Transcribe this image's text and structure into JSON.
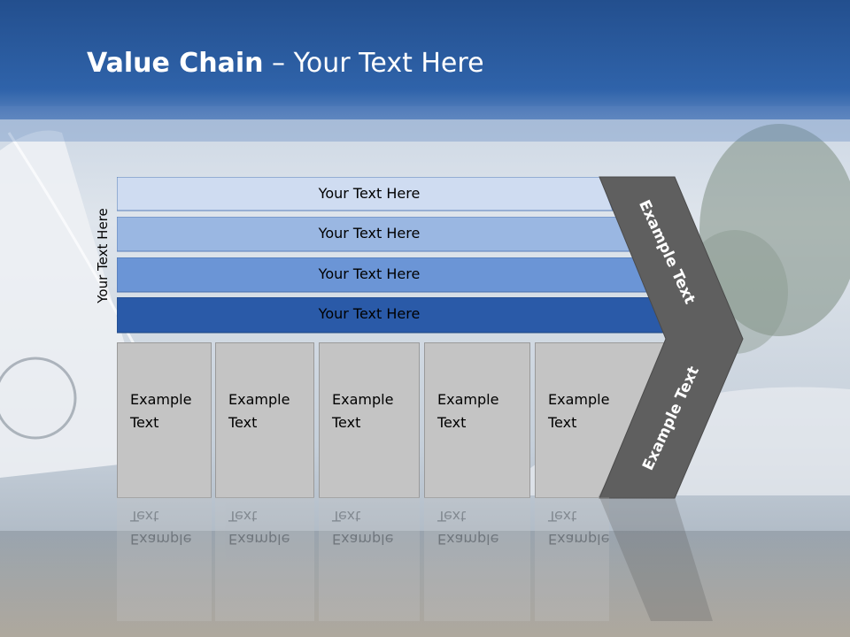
{
  "title": {
    "bold": "Value Chain",
    "regular": " – Your Text Here"
  },
  "vertical_label": "Your Text Here",
  "rows": [
    {
      "label": "Your Text Here",
      "color": "#cfdcf1"
    },
    {
      "label": "Your Text Here",
      "color": "#9ab7e2"
    },
    {
      "label": "Your Text Here",
      "color": "#6b95d6"
    },
    {
      "label": "Your Text Here",
      "color": "#2a5aa8"
    }
  ],
  "boxes": [
    {
      "line1": "Example",
      "line2": "Text"
    },
    {
      "line1": "Example",
      "line2": "Text"
    },
    {
      "line1": "Example",
      "line2": "Text"
    },
    {
      "line1": "Example",
      "line2": "Text"
    },
    {
      "line1": "Example",
      "line2": "Text"
    }
  ],
  "chevron": {
    "upper": "Example Text",
    "lower": "Example Text",
    "color": "#5f5f5f"
  },
  "colors": {
    "header": "#2c5da4",
    "box_fill": "#c4c4c4",
    "box_border": "#9a9a9a"
  }
}
